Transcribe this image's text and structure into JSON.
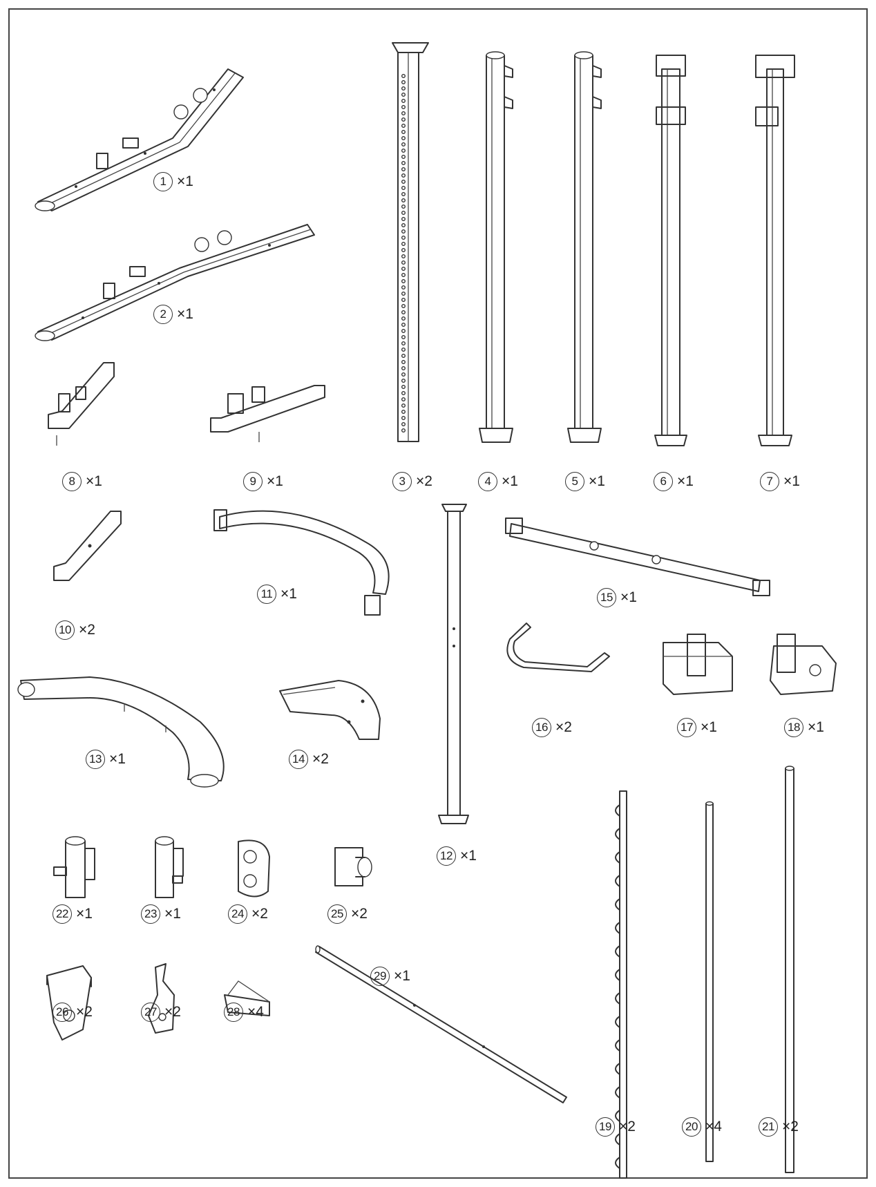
{
  "parts": [
    {
      "id": "1",
      "number": "1",
      "quantity": "×1"
    },
    {
      "id": "2",
      "number": "2",
      "quantity": "×1"
    },
    {
      "id": "3",
      "number": "3",
      "quantity": "×2"
    },
    {
      "id": "4",
      "number": "4",
      "quantity": "×1"
    },
    {
      "id": "5",
      "number": "5",
      "quantity": "×1"
    },
    {
      "id": "6",
      "number": "6",
      "quantity": "×1"
    },
    {
      "id": "7",
      "number": "7",
      "quantity": "×1"
    },
    {
      "id": "8",
      "number": "8",
      "quantity": "×1"
    },
    {
      "id": "9",
      "number": "9",
      "quantity": "×1"
    },
    {
      "id": "10",
      "number": "10",
      "quantity": "×2"
    },
    {
      "id": "11",
      "number": "11",
      "quantity": "×1"
    },
    {
      "id": "12",
      "number": "12",
      "quantity": "×1"
    },
    {
      "id": "13",
      "number": "13",
      "quantity": "×1"
    },
    {
      "id": "14",
      "number": "14",
      "quantity": "×2"
    },
    {
      "id": "15",
      "number": "15",
      "quantity": "×1"
    },
    {
      "id": "16",
      "number": "16",
      "quantity": "×2"
    },
    {
      "id": "17",
      "number": "17",
      "quantity": "×1"
    },
    {
      "id": "18",
      "number": "18",
      "quantity": "×1"
    },
    {
      "id": "19",
      "number": "19",
      "quantity": "×2"
    },
    {
      "id": "20",
      "number": "20",
      "quantity": "×4"
    },
    {
      "id": "21",
      "number": "21",
      "quantity": "×2"
    },
    {
      "id": "22",
      "number": "22",
      "quantity": "×1"
    },
    {
      "id": "23",
      "number": "23",
      "quantity": "×1"
    },
    {
      "id": "24",
      "number": "24",
      "quantity": "×2"
    },
    {
      "id": "25",
      "number": "25",
      "quantity": "×2"
    },
    {
      "id": "26",
      "number": "26",
      "quantity": "×2"
    },
    {
      "id": "27",
      "number": "27",
      "quantity": "×2"
    },
    {
      "id": "28",
      "number": "28",
      "quantity": "×4"
    },
    {
      "id": "29",
      "number": "29",
      "quantity": "×1"
    }
  ]
}
